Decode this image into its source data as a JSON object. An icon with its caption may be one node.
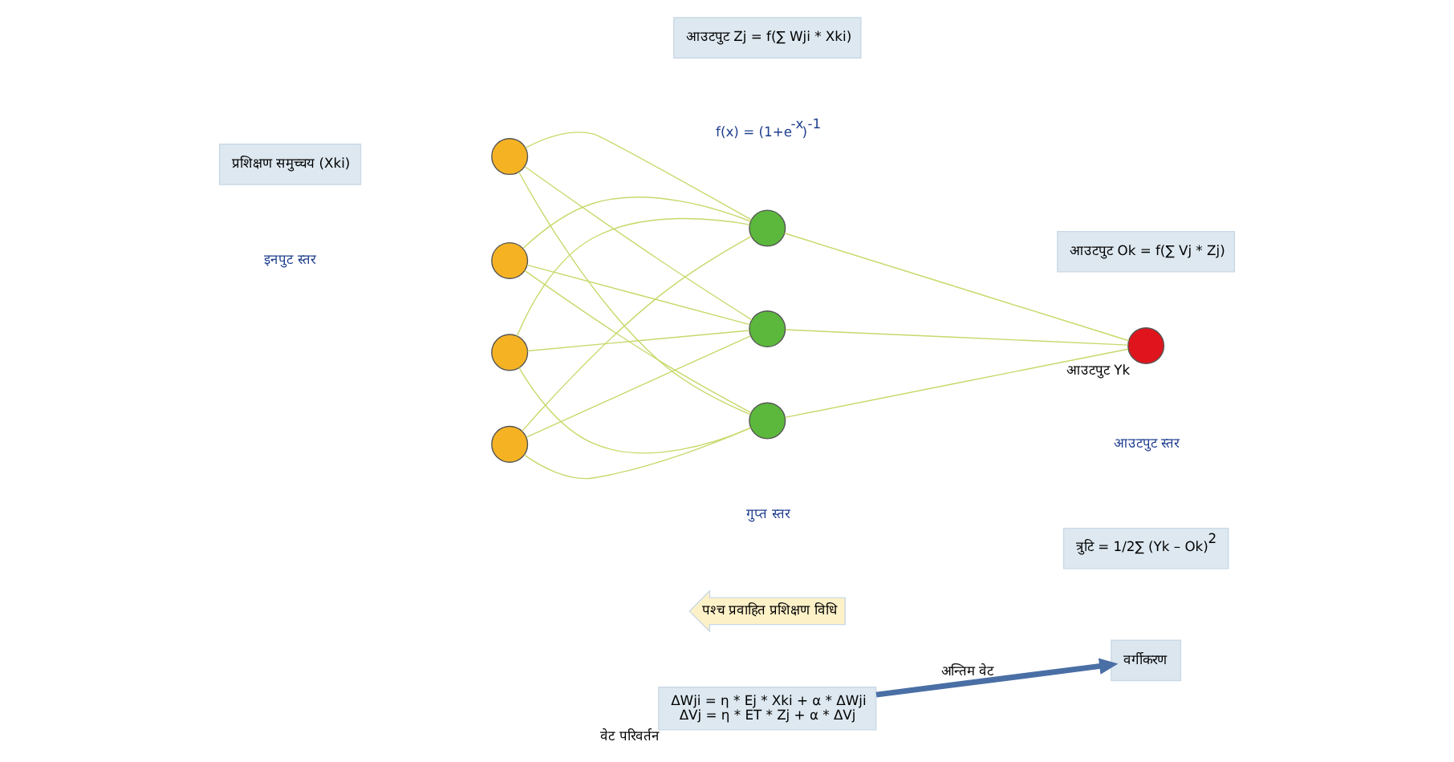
{
  "diagram": {
    "nodes": [
      {
        "text": [],
        "shape": "circle"
      },
      {
        "text": [],
        "shape": "circle"
      },
      {
        "text": [],
        "shape": "circle"
      },
      {
        "text": [],
        "shape": "circle"
      },
      {
        "text": [],
        "shape": "circle"
      },
      {
        "text": [],
        "shape": "circle"
      },
      {
        "text": [],
        "shape": "circle"
      },
      {
        "text": [],
        "shape": "circle",
        "beside": [
          "आउटपुट Yk"
        ]
      },
      {
        "text": [
          "प्रशिक्षण समुच्चय (Xki)"
        ]
      },
      {
        "text": [
          "आउटपुट Zj = f(∑ Wji * Xki)"
        ]
      },
      {
        "text": [
          "आउटपुट Ok = f(∑ Vj * Zj)"
        ]
      },
      {
        "text": [
          "त्रुटि = 1/2∑ (Yk – Ok)$^{2}$"
        ]
      },
      {
        "text": [
          "पश्च प्रवाहित प्रशिक्षण विधि"
        ]
      },
      {
        "text": [
          "ΔWji = η * Ej * Xki + α * ΔWji",
          "ΔVj = η * ET * Zj + α * ΔVj"
        ],
        "beside": [
          "वेट परिवर्तन"
        ]
      },
      {
        "text": [
          "वर्गीकरण"
        ]
      }
    ],
    "edges": [
      {
        "from": 0,
        "to": 4,
        "arrow": "none"
      },
      {
        "from": 0,
        "to": 5,
        "arrow": "none"
      },
      {
        "from": 0,
        "to": 6,
        "arrow": "none"
      },
      {
        "from": 1,
        "to": 4,
        "arrow": "none"
      },
      {
        "from": 1,
        "to": 5,
        "arrow": "none"
      },
      {
        "from": 1,
        "to": 6,
        "arrow": "none"
      },
      {
        "from": 2,
        "to": 4,
        "arrow": "none"
      },
      {
        "from": 2,
        "to": 5,
        "arrow": "none"
      },
      {
        "from": 2,
        "to": 6,
        "arrow": "none"
      },
      {
        "from": 3,
        "to": 4,
        "arrow": "none"
      },
      {
        "from": 3,
        "to": 5,
        "arrow": "none"
      },
      {
        "from": 3,
        "to": 6,
        "arrow": "none"
      },
      {
        "from": 4,
        "to": 7,
        "arrow": "none"
      },
      {
        "from": 5,
        "to": 7,
        "arrow": "none"
      },
      {
        "from": 6,
        "to": 7,
        "arrow": "none"
      },
      {
        "from": 13,
        "to": 14,
        "arrow": "to",
        "label": "अन्तिम वेट",
        "style": "thick",
        "color": "#4a6fa5"
      }
    ],
    "labels": [
      "इनपुट स्तर",
      "f(x) = (1+e$^{-x}$)$^{-1}$",
      "गुप्त स्तर",
      "आउटपुट स्तर"
    ]
  }
}
